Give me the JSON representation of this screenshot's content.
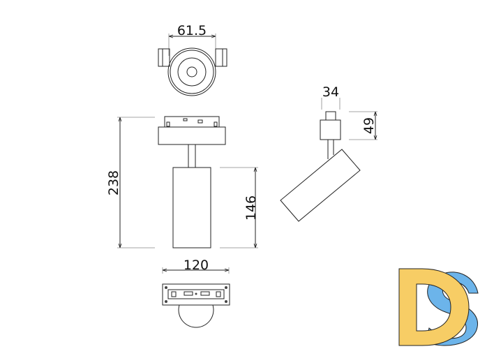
{
  "dimensions": {
    "top_width": "61.5",
    "total_height": "238",
    "body_height": "146",
    "adapter_width": "34",
    "adapter_height": "49",
    "bottom_width": "120"
  },
  "logo": {
    "letters": "DS",
    "colors": {
      "d": "#f7cd65",
      "s": "#6cb4ea",
      "outline": "#222222"
    }
  }
}
